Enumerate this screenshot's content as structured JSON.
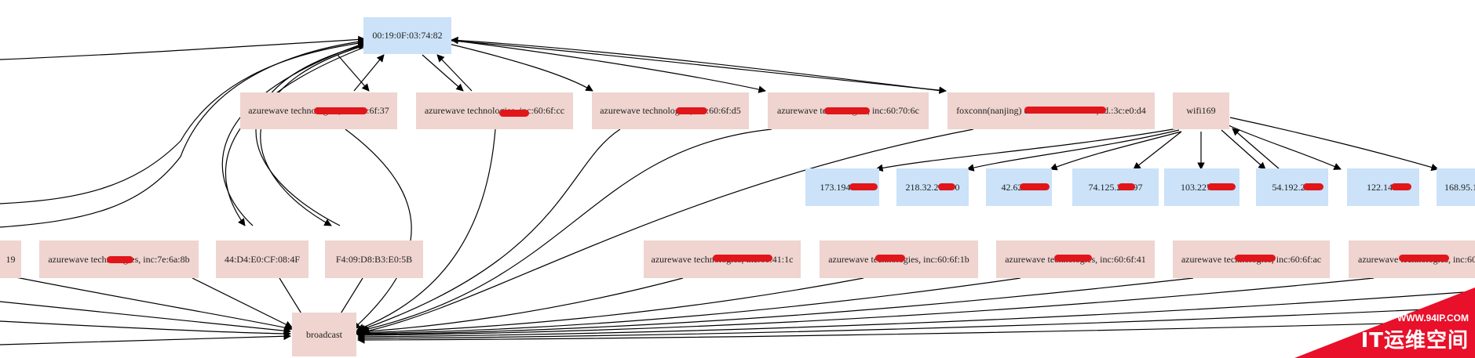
{
  "colors": {
    "device": "#efd4d0",
    "host": "#cbe2f8",
    "edge": "#000000",
    "redaction": "#e0161a"
  },
  "nodes": {
    "hub": "00:19:0F:03:74:82",
    "r1_1": "azurewave technologies, inc:60:6f:37",
    "r1_2": "azurewave technologies, inc:60:6f:cc",
    "r1_3": "azurewave technologies, inc:60:6f:d5",
    "r1_4": "azurewave technologies, inc:60:70:6c",
    "r1_5": "foxconn(nanjing) communication co.,ltd.:3c:e0:d4",
    "wifi": "wifi169",
    "h1": "173.194.72.",
    "h2": "218.32.210.70",
    "h3": "42.62.64.",
    "h4": "74.125.203.97",
    "h5": "103.227.12",
    "h6": "54.192.21.",
    "h7": "122.147.",
    "h8": "168.95.1",
    "r3_0": "19",
    "r3_1": "azurewave technologies, inc:7e:6a:8b",
    "r3_2": "44:D4:E0:CF:08:4F",
    "r3_3": "F4:09:D8:B3:E0:5B",
    "r3_4": "azurewave technologies, inc:60:41:1c",
    "r3_5": "azurewave technologies, inc:60:6f:1b",
    "r3_6": "azurewave technologies, inc:60:6f:41",
    "r3_7": "azurewave technologies, inc:60:6f:ac",
    "r3_8": "azurewave technologies, inc:60",
    "bc": "broadcast"
  },
  "watermark": {
    "url": "WWW.94IP.COM",
    "brand": "IT运维空间"
  }
}
